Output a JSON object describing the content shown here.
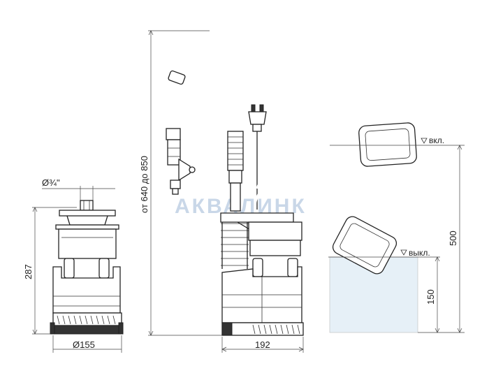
{
  "watermark": "АКВАЛИНК",
  "dimensions": {
    "outlet_diameter": "Ø¾\"",
    "height_pump": "287",
    "base_diameter": "Ø155",
    "height_range": "от 640 до 850",
    "width_pump": "192",
    "float_on_level": "500",
    "float_off_level": "150"
  },
  "labels": {
    "float_on": "вкл.",
    "float_off": "выкл."
  },
  "colors": {
    "line": "#222222",
    "water": "#e6f0f7",
    "watermark": "#c9d7e8"
  }
}
